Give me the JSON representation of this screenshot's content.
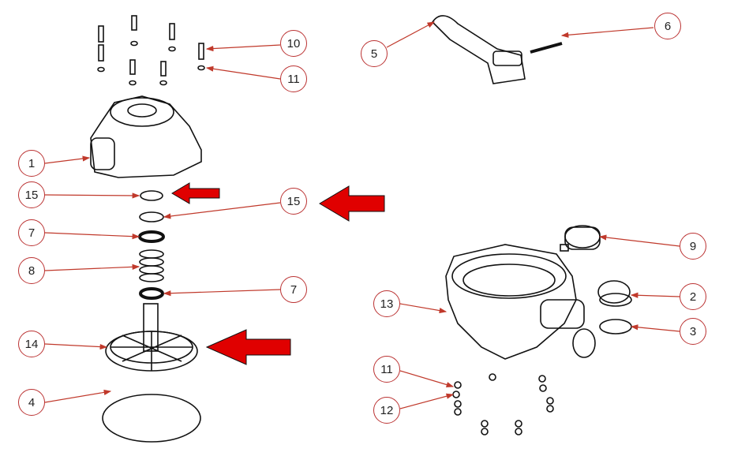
{
  "title": "Multiport valve exploded parts diagram",
  "colors": {
    "leader": "#c0392b",
    "highlight_arrow": "#e00000",
    "part_line": "#111111"
  },
  "callouts": [
    {
      "id": "c10",
      "label": "10"
    },
    {
      "id": "c11a",
      "label": "11"
    },
    {
      "id": "c5",
      "label": "5"
    },
    {
      "id": "c6",
      "label": "6"
    },
    {
      "id": "c1",
      "label": "1"
    },
    {
      "id": "c15a",
      "label": "15"
    },
    {
      "id": "c15b",
      "label": "15"
    },
    {
      "id": "c7a",
      "label": "7"
    },
    {
      "id": "c8",
      "label": "8"
    },
    {
      "id": "c7b",
      "label": "7"
    },
    {
      "id": "c14",
      "label": "14"
    },
    {
      "id": "c4",
      "label": "4"
    },
    {
      "id": "c9",
      "label": "9"
    },
    {
      "id": "c2",
      "label": "2"
    },
    {
      "id": "c13",
      "label": "13"
    },
    {
      "id": "c3",
      "label": "3"
    },
    {
      "id": "c11b",
      "label": "11"
    },
    {
      "id": "c12",
      "label": "12"
    }
  ]
}
